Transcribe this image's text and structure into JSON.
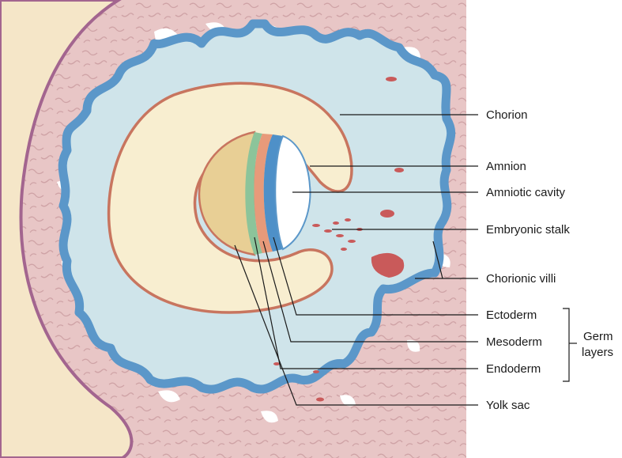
{
  "labels": {
    "chorion": "Chorion",
    "amnion": "Amnion",
    "amniotic_cavity": "Amniotic cavity",
    "embryonic_stalk": "Embryonic stalk",
    "chorionic_villi": "Chorionic villi",
    "ectoderm": "Ectoderm",
    "mesoderm": "Mesoderm",
    "endoderm": "Endoderm",
    "germ": "Germ",
    "layers": "layers",
    "yolk_sac": "Yolk sac"
  },
  "colors": {
    "uterine_tissue": "#e8c6c6",
    "uterine_texture": "#cfa3a6",
    "uterine_wall": "#f5e6c8",
    "uterine_edge": "#a3658f",
    "chorion_mesoderm": "#cfe4ea",
    "villi_epithelium": "#5b97c9",
    "exocoelom": "#f8eed0",
    "membrane_red": "#c8755f",
    "yolk_sac": "#e8cf95",
    "endoderm": "#8cc49a",
    "mesoderm": "#e79a7a",
    "ectoderm": "#4e90c8",
    "amniotic_cavity": "#ffffff",
    "leader_line": "#1a1a1a"
  }
}
